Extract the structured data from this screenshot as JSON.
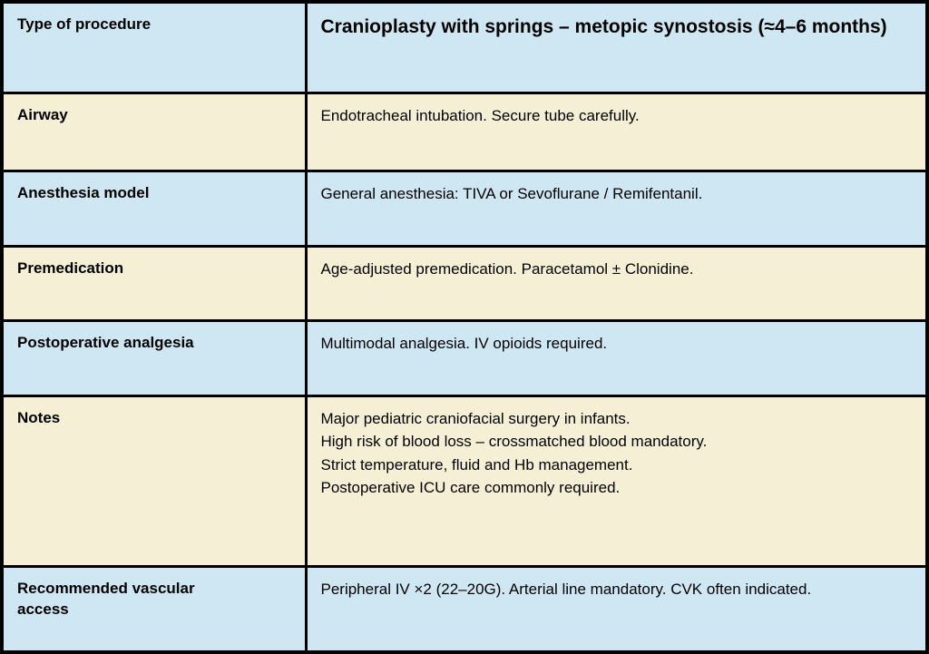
{
  "table": {
    "rows": [
      {
        "label": "Type of procedure",
        "value": "Cranioplasty with springs – metopic synostosis (≈4–6 months)",
        "tone": "blue"
      },
      {
        "label": "Airway",
        "value": "Endotracheal intubation. Secure tube carefully.",
        "tone": "cream"
      },
      {
        "label": "Anesthesia model",
        "value": "General anesthesia: TIVA or Sevoflurane / Remifentanil.",
        "tone": "blue"
      },
      {
        "label": "Premedication",
        "value": "Age-adjusted premedication. Paracetamol ± Clonidine.",
        "tone": "cream"
      },
      {
        "label": "Postoperative analgesia",
        "value": "Multimodal analgesia. IV opioids required.",
        "tone": "blue"
      },
      {
        "label": "Notes",
        "value": "Major pediatric craniofacial surgery in infants.\nHigh risk of blood loss – crossmatched blood mandatory.\nStrict temperature, fluid and Hb management.\nPostoperative ICU care commonly required.",
        "tone": "cream"
      },
      {
        "label": "Recommended vascular access",
        "value": "Peripheral IV ×2 (22–20G). Arterial line mandatory. CVK often indicated.",
        "tone": "blue"
      }
    ]
  },
  "colors": {
    "row_blue": "#cfe6f3",
    "row_cream": "#f5efd6",
    "border": "#000000",
    "text": "#000000"
  }
}
